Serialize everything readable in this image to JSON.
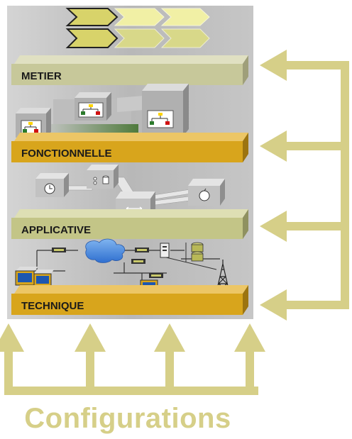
{
  "layers": [
    {
      "label": "METIER",
      "color": "#c7c89a"
    },
    {
      "label": "FONCTIONNELLE",
      "color": "#d8a51c"
    },
    {
      "label": "APPLICATIVE",
      "color": "#c3c587"
    },
    {
      "label": "TECHNIQUE",
      "color": "#d8a51c"
    }
  ],
  "footer": {
    "label": "Configurations"
  },
  "colors": {
    "panel": "#b3b3b3",
    "arrow": "#d6cf88",
    "chevron_active": "#d8d36a",
    "chevron_light": "#f1f0a5"
  },
  "icons": [
    "chevron-icon",
    "module-icon",
    "org-chart-icon",
    "clock-icon",
    "database-icon",
    "cloud-icon",
    "computer-icon",
    "server-icon",
    "antenna-tower-icon"
  ]
}
